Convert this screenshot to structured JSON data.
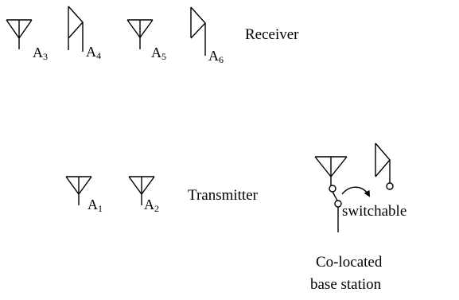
{
  "receiver": {
    "antennas": [
      {
        "letter": "A",
        "index": "3",
        "kind": "omni"
      },
      {
        "letter": "A",
        "index": "4",
        "kind": "directional"
      },
      {
        "letter": "A",
        "index": "5",
        "kind": "omni"
      },
      {
        "letter": "A",
        "index": "6",
        "kind": "directional"
      }
    ],
    "label": "Receiver"
  },
  "transmitter": {
    "antennas": [
      {
        "letter": "A",
        "index": "1",
        "kind": "omni"
      },
      {
        "letter": "A",
        "index": "2",
        "kind": "omni"
      }
    ],
    "label": "Transmitter"
  },
  "base_station": {
    "switch_label": "switchable",
    "caption_line1": "Co-located",
    "caption_line2": "base station"
  }
}
